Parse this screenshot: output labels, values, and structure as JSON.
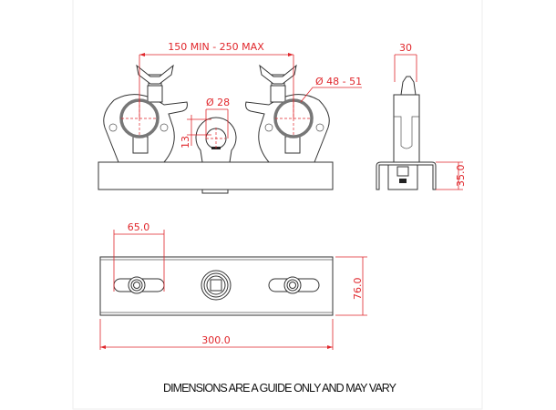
{
  "dimensions": {
    "clamp_spacing": "150 MIN - 250 MAX",
    "tube_diameter": "Ø 48 - 51",
    "eye_diameter": "Ø 28",
    "eye_offset": "13",
    "side_width": "30",
    "side_height": "35.0",
    "slot_length": "65.0",
    "plate_width": "76.0",
    "plate_length": "300.0"
  },
  "footer_note": "DIMENSIONS ARE A GUIDE ONLY AND MAY VARY",
  "colors": {
    "dimension": "#e0262b",
    "outline": "#333333"
  }
}
